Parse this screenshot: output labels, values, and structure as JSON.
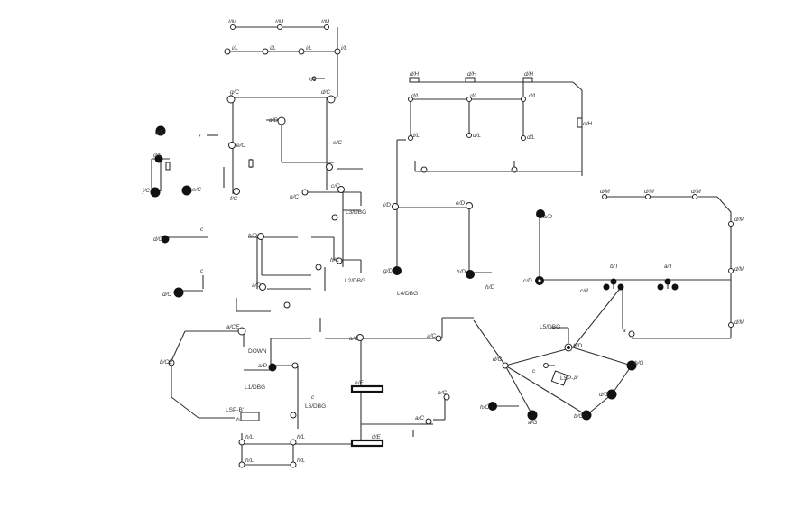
{
  "labels": {
    "iM": "I/M",
    "iL": "i/L",
    "kL": "k/L",
    "gC": "g/C",
    "dC": "d/C",
    "dD": "d/D",
    "fC": "f/C",
    "jC": "j/C",
    "eC": "e/C",
    "hC": "h/C",
    "cC": "c/C",
    "eD": "e/D",
    "hD": "h/D",
    "iD": "i/D",
    "gD": "g/D",
    "aD": "a/D",
    "cD": "c/D",
    "aC": "a/C",
    "aCE": "a/CE",
    "bCE": "b/CE",
    "bD": "b/D",
    "hL": "h/L",
    "dH": "d/H",
    "dL": "d/L",
    "dM": "d/M",
    "bT": "b/T",
    "aT": "a/T",
    "bG": "b/G",
    "dG": "d/G",
    "aG": "a/G",
    "hE": "h/E",
    "dE": "d/E",
    "cd": "c/d",
    "L1": "L1/DBG",
    "L2": "L2/DBG",
    "L3": "L3/DBG",
    "L4": "L4/DBG",
    "L5": "L5/DBG",
    "L6": "L6/DBG",
    "down": "DOWN",
    "lspB": "LSP-B'",
    "lspA": "LSP-A'",
    "c": "c",
    "f": "f",
    "b": "b",
    "a": "a"
  }
}
